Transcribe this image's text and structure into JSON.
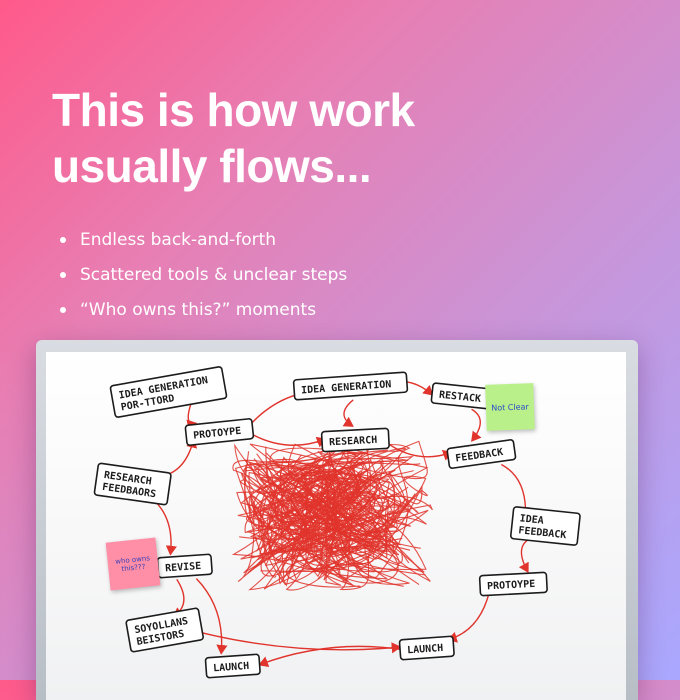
{
  "headline": {
    "line1": "This is how work",
    "line2": "usually flows..."
  },
  "bullets": [
    "Endless back-and-forth",
    "Scattered tools & unclear steps",
    "“Who owns this?” moments"
  ],
  "whiteboard": {
    "nodes": [
      {
        "lines": [
          "IDEA GENERATION",
          "POR-TTORD"
        ]
      },
      {
        "lines": [
          "IDEA GENERATION"
        ]
      },
      {
        "lines": [
          "RESTACK"
        ]
      },
      {
        "lines": [
          "PROTOYPE"
        ]
      },
      {
        "lines": [
          "RESEARCH"
        ]
      },
      {
        "lines": [
          "FEEDBACK"
        ]
      },
      {
        "lines": [
          "RESEARCH",
          "FEEDBAORS"
        ]
      },
      {
        "lines": [
          "IDEA",
          "FEEDBACK"
        ]
      },
      {
        "lines": [
          "REVISE"
        ]
      },
      {
        "lines": [
          "PROTOYPE"
        ]
      },
      {
        "lines": [
          "SOYOLLANS",
          "BEISTORS"
        ]
      },
      {
        "lines": [
          "LAUNCH"
        ]
      },
      {
        "lines": [
          "LAUNCH"
        ]
      }
    ],
    "sticky_notes": [
      {
        "text": "Not Clear",
        "color": "#b9f08a",
        "text_color": "#2a4cc8"
      },
      {
        "text": "who owns this???",
        "color": "#ff8fa6",
        "text_color": "#3a3fb8"
      }
    ]
  },
  "colors": {
    "background_start": "#ff5a8a",
    "background_end": "#a9a8ff",
    "scribble": "#e0342c",
    "headline": "#ffffff"
  }
}
